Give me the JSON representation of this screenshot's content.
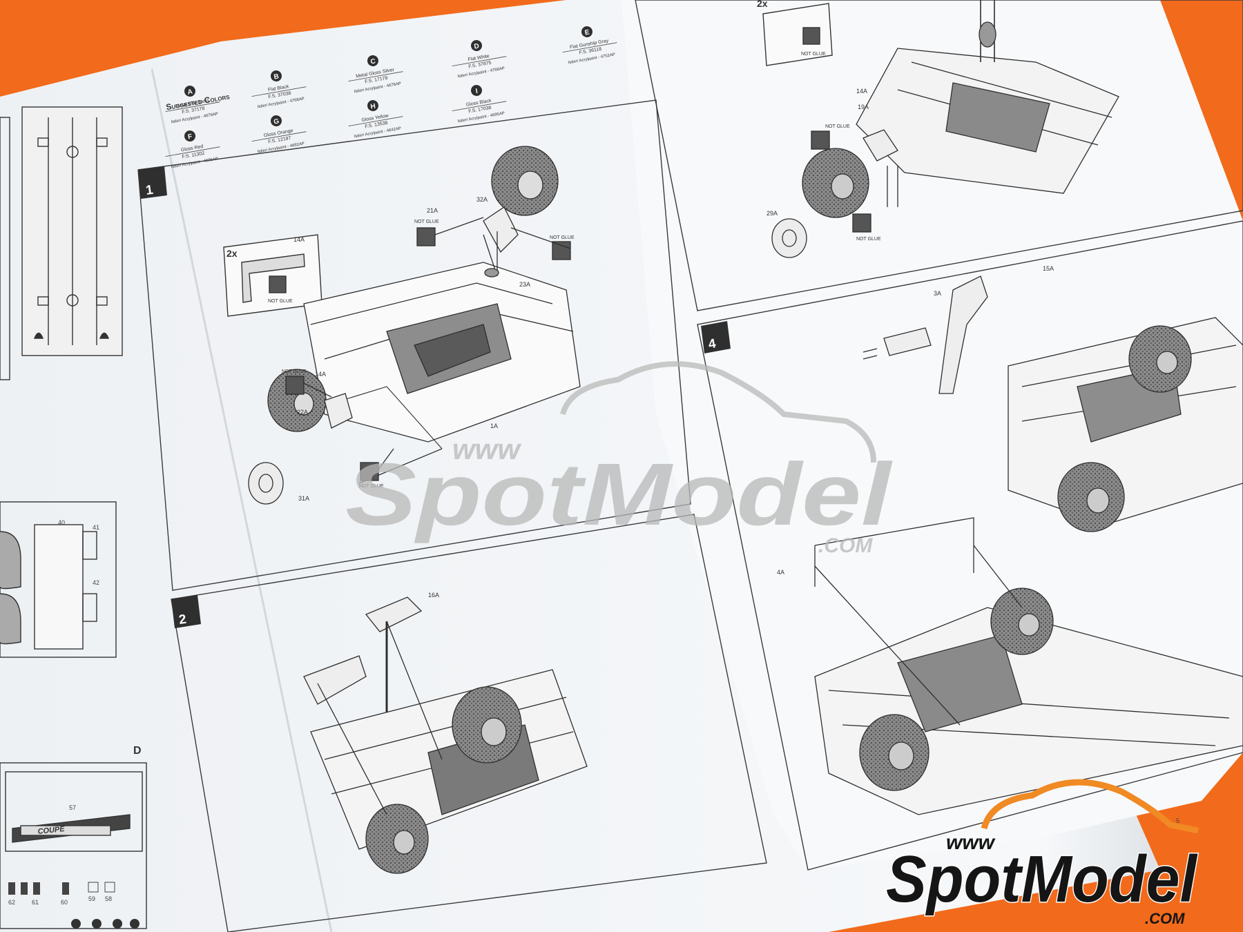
{
  "colors": {
    "background": "#f26a1b",
    "paper": "#f4f6f8",
    "ink": "#2e2e2e",
    "watermark": "#b8b8b8",
    "logo_text": "#151515",
    "logo_accent": "#f08a24"
  },
  "suggested_colors": {
    "heading": "Suggested Colors",
    "items": [
      {
        "letter": "A",
        "name": "Metal Flat Steel",
        "fs": "F.S. 37178",
        "acry": "Italeri Acrylpaint - 4679AP"
      },
      {
        "letter": "B",
        "name": "Flat Black",
        "fs": "F.S. 37038",
        "acry": "Italeri Acrylpaint - 4768AP"
      },
      {
        "letter": "C",
        "name": "Metal Gloss Silver",
        "fs": "F.S. 17178",
        "acry": "Italeri Acrylpaint - 4678AP"
      },
      {
        "letter": "D",
        "name": "Flat White",
        "fs": "F.S. 37875",
        "acry": "Italeri Acrylpaint - 4769AP"
      },
      {
        "letter": "E",
        "name": "Flat Gunship Gray",
        "fs": "F.S. 36118",
        "acry": "Italeri Acrylpaint - 4752AP"
      },
      {
        "letter": "F",
        "name": "Gloss Red",
        "fs": "F.S. 11302",
        "acry": "Italeri Acrylpaint - 4605AP"
      },
      {
        "letter": "G",
        "name": "Gloss Orange",
        "fs": "F.S. 12197",
        "acry": "Italeri Acrylpaint - 4682AP"
      },
      {
        "letter": "H",
        "name": "Gloss Yellow",
        "fs": "F.S. 13538",
        "acry": "Italeri Acrylpaint - 4642AP"
      },
      {
        "letter": "I",
        "name": "Gloss Black",
        "fs": "F.S. 17038",
        "acry": "Italeri Acrylpaint - 4695AP"
      }
    ]
  },
  "steps": [
    {
      "number": "1"
    },
    {
      "number": "2"
    },
    {
      "number": "4"
    }
  ],
  "callouts": {
    "multiplier": "2x",
    "part_14": "14A",
    "not_glue": "NOT GLUE",
    "part_32": "32A",
    "part_21": "21A",
    "part_23": "23A",
    "part_22": "22A",
    "part_31": "31A",
    "part_1": "1A",
    "part_19": "19A",
    "part_29": "29A",
    "part_16": "16A",
    "part_3": "3A",
    "part_15": "15A",
    "part_4": "4A"
  },
  "left_page": {
    "section_letter": "D",
    "decal_text": "COUPE",
    "decal_nums": [
      "40",
      "41",
      "42",
      "57",
      "62",
      "61",
      "60",
      "59",
      "58"
    ]
  },
  "watermark": {
    "www": "www",
    "brand": "SpotModel",
    "com": ".COM"
  },
  "logo": {
    "www": "www",
    "brand": "SpotModel",
    "com": ".COM"
  },
  "page_numbers": {
    "right": "5"
  }
}
